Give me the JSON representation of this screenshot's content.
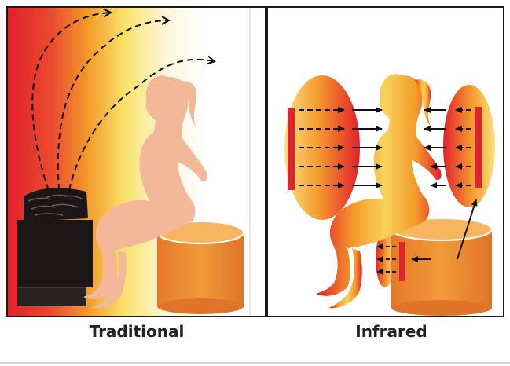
{
  "panels": [
    {
      "caption": "Traditional"
    },
    {
      "caption": "Infrared"
    }
  ],
  "colors": {
    "heat_red": "#e3202c",
    "heat_orange": "#f39a2a",
    "heat_yellow": "#f9e36a",
    "skin": "#f3b89a",
    "tub_orange": "#ee8a2e",
    "heater_black": "#1d1616",
    "emitter_red": "#e0242f",
    "arrow": "#111111",
    "frame": "#1c1c1c"
  },
  "icons": {
    "heater": "sauna-stove-icon",
    "person": "seated-woman-silhouette",
    "seat": "wooden-tub-seat",
    "infrared_panel": "infrared-emitter-bar"
  }
}
